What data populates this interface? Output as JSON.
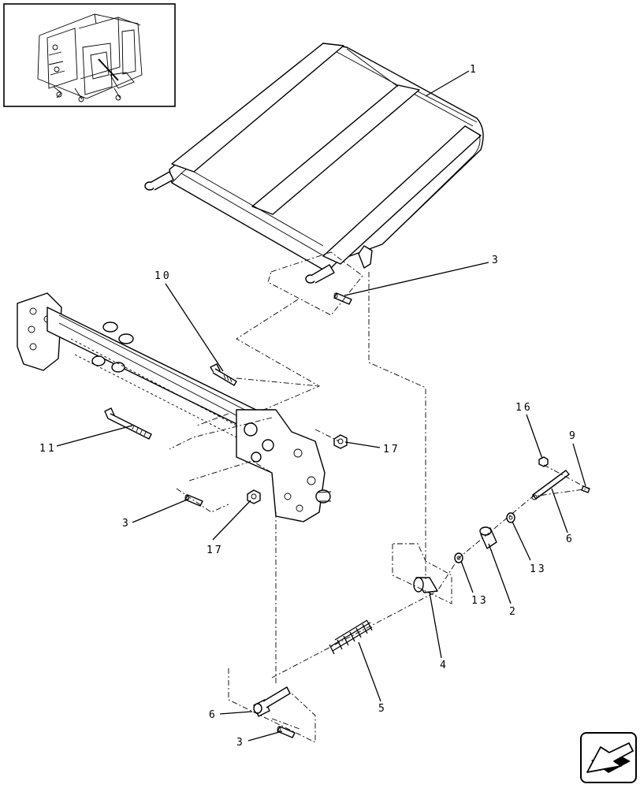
{
  "callouts": [
    {
      "id": "c1",
      "text": "1"
    },
    {
      "id": "c3a",
      "text": "3"
    },
    {
      "id": "c10",
      "text": "10"
    },
    {
      "id": "c11",
      "text": "11"
    },
    {
      "id": "c17a",
      "text": "17"
    },
    {
      "id": "c3b",
      "text": "3"
    },
    {
      "id": "c17b",
      "text": "17"
    },
    {
      "id": "c16",
      "text": "16"
    },
    {
      "id": "c9",
      "text": "9"
    },
    {
      "id": "c6a",
      "text": "6"
    },
    {
      "id": "c13a",
      "text": "13"
    },
    {
      "id": "c13b",
      "text": "13"
    },
    {
      "id": "c2",
      "text": "2"
    },
    {
      "id": "c4",
      "text": "4"
    },
    {
      "id": "c5",
      "text": "5"
    },
    {
      "id": "c6b",
      "text": "6"
    },
    {
      "id": "c3c",
      "text": "3"
    }
  ],
  "icons": {
    "nav": "arrow-down-left-icon",
    "thumbnail": "machine-overview-thumbnail"
  }
}
